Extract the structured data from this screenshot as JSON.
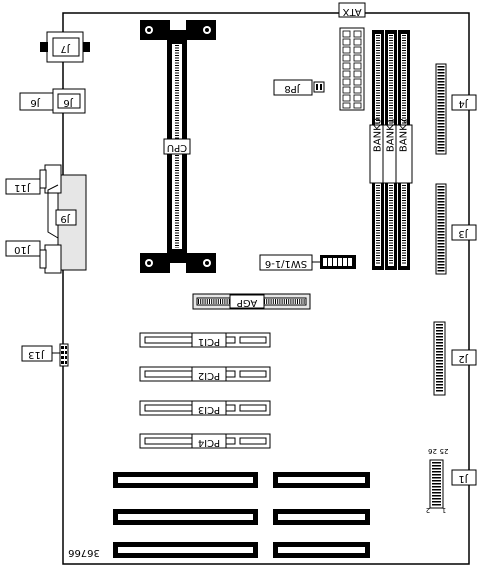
{
  "board_id": "36766",
  "components": {
    "atx": "ATX",
    "cpu": "CPU",
    "agp": "AGP",
    "jp8": "JP8",
    "switch": "SW1/1-6",
    "bank0": "BANK0",
    "bank1": "BANK1",
    "bank2": "BANK2",
    "pci": [
      "PCI1",
      "PCI2",
      "PCI3",
      "PCI4"
    ]
  },
  "connectors": {
    "j1": "J1",
    "j2": "J2",
    "j3": "J3",
    "j4": "J4",
    "j6": "J6",
    "j7": "J7",
    "j9": "J9",
    "j10": "J10",
    "j11": "J11",
    "j13": "J13"
  },
  "pin_numbers": {
    "p2": "2",
    "p1": "1",
    "p25": "25",
    "p26": "26"
  }
}
